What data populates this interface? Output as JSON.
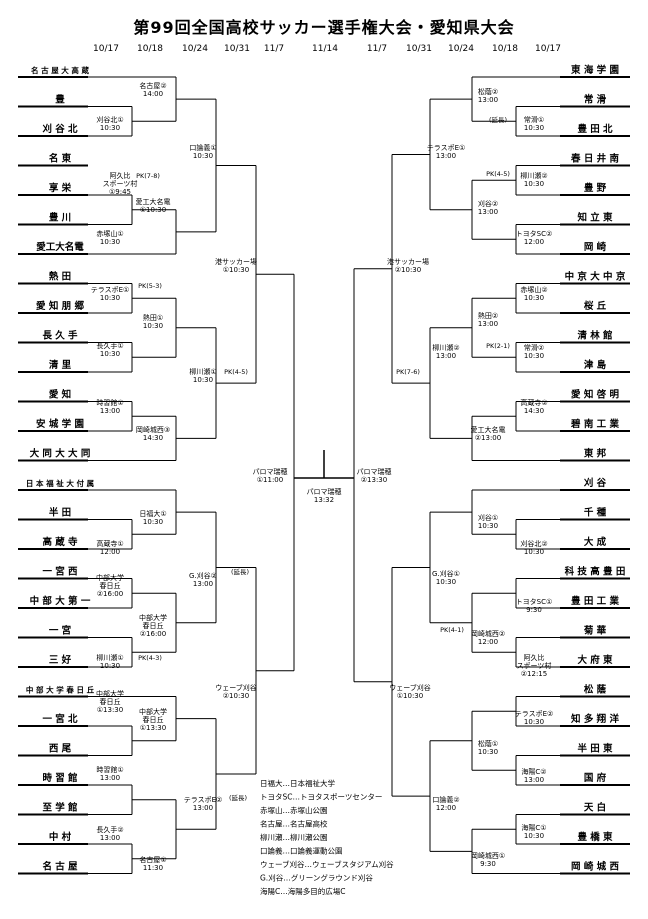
{
  "title": "第99回全国高校サッカー選手権大会・愛知県大会",
  "dates": [
    "10/17",
    "10/18",
    "10/24",
    "10/31",
    "11/7",
    "11/14",
    "11/7",
    "10/31",
    "10/24",
    "10/18",
    "10/17"
  ],
  "left_teams": [
    {
      "name": "名 古 屋 大 高 蔵",
      "small": true
    },
    {
      "name": "豊"
    },
    {
      "name": "刈 谷 北"
    },
    {
      "name": "名 東"
    },
    {
      "name": "享 栄"
    },
    {
      "name": "豊 川"
    },
    {
      "name": "愛工大名電"
    },
    {
      "name": "熱 田"
    },
    {
      "name": "愛 知 朋 郷"
    },
    {
      "name": "長 久 手"
    },
    {
      "name": "清 里"
    },
    {
      "name": "愛 知"
    },
    {
      "name": "安 城 学 園"
    },
    {
      "name": "大 同 大 大 同"
    },
    {
      "name": "日 本 福 祉 大 付 属",
      "small": true
    },
    {
      "name": "半 田"
    },
    {
      "name": "高 蔵 寺"
    },
    {
      "name": "一 宮 西"
    },
    {
      "name": "中 部 大 第 一"
    },
    {
      "name": "一 宮"
    },
    {
      "name": "三 好"
    },
    {
      "name": "中 部 大 学 春 日 丘",
      "small": true
    },
    {
      "name": "一 宮 北"
    },
    {
      "name": "西 尾"
    },
    {
      "name": "時 習 館"
    },
    {
      "name": "至 学 館"
    },
    {
      "name": "中 村"
    },
    {
      "name": "名 古 屋"
    }
  ],
  "right_teams": [
    {
      "name": "東 海 学 園"
    },
    {
      "name": "常 滑"
    },
    {
      "name": "豊 田 北"
    },
    {
      "name": "春 日 井 南"
    },
    {
      "name": "豊 野"
    },
    {
      "name": "知 立 東"
    },
    {
      "name": "岡 崎"
    },
    {
      "name": "中 京 大 中 京"
    },
    {
      "name": "桜 丘"
    },
    {
      "name": "清 林 館"
    },
    {
      "name": "津 島"
    },
    {
      "name": "愛 知 啓 明"
    },
    {
      "name": "碧 南 工 業"
    },
    {
      "name": "東 邦"
    },
    {
      "name": "刈 谷"
    },
    {
      "name": "千 種"
    },
    {
      "name": "大 成"
    },
    {
      "name": "科 技 高 豊 田"
    },
    {
      "name": "豊 田 工 業"
    },
    {
      "name": "菊 華"
    },
    {
      "name": "大 府 東"
    },
    {
      "name": "松 蔭"
    },
    {
      "name": "知 多 翔 洋"
    },
    {
      "name": "半 田 東"
    },
    {
      "name": "国 府"
    },
    {
      "name": "天 白"
    },
    {
      "name": "豊 橋 東"
    },
    {
      "name": "岡 崎 城 西"
    }
  ],
  "venue_labels": [
    {
      "id": "L1a",
      "text": "名古屋②\n14:00"
    },
    {
      "id": "L1b",
      "text": "刈谷北①\n10:30"
    },
    {
      "id": "L1c",
      "text": "阿久比\nスポーツ村\n①9:45"
    },
    {
      "id": "L1d",
      "text": "赤塚山①\n10:30"
    },
    {
      "id": "L1e",
      "text": "テラスポE①\n10:30"
    },
    {
      "id": "L1f",
      "text": "長久手①\n10:30"
    },
    {
      "id": "L1g",
      "text": "時習館①\n13:00"
    },
    {
      "id": "L1h",
      "text": "日福大①\n10:30"
    },
    {
      "id": "L1i",
      "text": "高蔵寺①\n12:00"
    },
    {
      "id": "L1j",
      "text": "中部大学\n春日丘\n②16:00"
    },
    {
      "id": "L1k",
      "text": "柳川瀬①\n10:30"
    },
    {
      "id": "L1l",
      "text": "中部大学\n春日丘\n①13:30"
    },
    {
      "id": "L1m",
      "text": "時習館①\n13:00"
    },
    {
      "id": "L1n",
      "text": "長久手②\n13:00"
    },
    {
      "id": "L1o",
      "text": "名古屋①\n11:30"
    },
    {
      "id": "L2a",
      "text": "愛工大名電\n①10:30"
    },
    {
      "id": "L2b",
      "text": "熱田①\n10:30"
    },
    {
      "id": "L2c",
      "text": "岡崎城西③\n14:30"
    },
    {
      "id": "L2d",
      "text": "中部大学\n春日丘\n②16:00"
    },
    {
      "id": "L2e",
      "text": "中部大学\n春日丘\n①13:30"
    },
    {
      "id": "L3a",
      "text": "口論義①\n10:30"
    },
    {
      "id": "L3b",
      "text": "柳川瀬①\n10:30"
    },
    {
      "id": "L3c",
      "text": "G.刈谷②\n13:00"
    },
    {
      "id": "L3d",
      "text": "テラスポE②\n13:00"
    },
    {
      "id": "L4a",
      "text": "港サッカー場\n①10:30"
    },
    {
      "id": "L4b",
      "text": "ウェーブ刈谷\n②10:30"
    },
    {
      "id": "L5a",
      "text": "パロマ瑞穂\n①11:00"
    },
    {
      "id": "F",
      "text": "パロマ瑞穂\n13:32"
    },
    {
      "id": "R5a",
      "text": "パロマ瑞穂\n②13:30"
    },
    {
      "id": "R4a",
      "text": "港サッカー場\n②10:30"
    },
    {
      "id": "R4b",
      "text": "ウェーブ刈谷\n①10:30"
    },
    {
      "id": "R3a",
      "text": "テラスポE①\n13:00"
    },
    {
      "id": "R3b",
      "text": "柳川瀬②\n13:00"
    },
    {
      "id": "R3c",
      "text": "G.刈谷①\n10:30"
    },
    {
      "id": "R3d",
      "text": "口論義②\n12:00"
    },
    {
      "id": "R2a",
      "text": "松蔭②\n13:00"
    },
    {
      "id": "R2b",
      "text": "刈谷②\n13:00"
    },
    {
      "id": "R2c",
      "text": "熱田②\n13:00"
    },
    {
      "id": "R2d",
      "text": "愛工大名電\n②13:00"
    },
    {
      "id": "R2e",
      "text": "刈谷①\n10:30"
    },
    {
      "id": "R2f",
      "text": "岡崎城西②\n12:00"
    },
    {
      "id": "R2g",
      "text": "松蔭①\n10:30"
    },
    {
      "id": "R2h",
      "text": "岡崎城西①\n9:30"
    },
    {
      "id": "R1a",
      "text": "常滑①\n10:30"
    },
    {
      "id": "R1b",
      "text": "柳川瀬②\n10:30"
    },
    {
      "id": "R1c",
      "text": "トヨタSC②\n12:00"
    },
    {
      "id": "R1d",
      "text": "赤塚山②\n10:30"
    },
    {
      "id": "R1e",
      "text": "常滑②\n10:30"
    },
    {
      "id": "R1f",
      "text": "高蔵寺②\n14:30"
    },
    {
      "id": "R1g",
      "text": "刈谷北②\n10:30"
    },
    {
      "id": "R1h",
      "text": "トヨタSC①\n9:30"
    },
    {
      "id": "R1i",
      "text": "阿久比\nスポーツ村\n②12:15"
    },
    {
      "id": "R1j",
      "text": "テラスポE②\n10:30"
    },
    {
      "id": "R1k",
      "text": "海陽C②\n13:00"
    },
    {
      "id": "R1l",
      "text": "海陽C①\n10:30"
    }
  ],
  "notes_pk_ext": [
    {
      "id": "n1",
      "text": "PK(7-8)"
    },
    {
      "id": "n2",
      "text": "PK(5-3)"
    },
    {
      "id": "n3",
      "text": "PK(4-5)"
    },
    {
      "id": "n4",
      "text": "PK(4-3)"
    },
    {
      "id": "n5",
      "text": "(延長)"
    },
    {
      "id": "n6",
      "text": "(延長)"
    },
    {
      "id": "n7",
      "text": "(延長)"
    },
    {
      "id": "n8",
      "text": "PK(4-5)"
    },
    {
      "id": "n9",
      "text": "PK(2-1)"
    },
    {
      "id": "n10",
      "text": "PK(7-6)"
    },
    {
      "id": "n11",
      "text": "PK(4-1)"
    }
  ],
  "legend": [
    "日福大…日本福祉大学",
    "トヨタSC…トヨタスポーツセンター",
    "赤塚山…赤塚山公園",
    "名古屋…名古屋高校",
    "柳川瀬…柳川瀬公園",
    "口論義…口論義運動公園",
    "ウェーブ刈谷…ウェーブスタジアム刈谷",
    "G.刈谷…グリーングラウンド刈谷",
    "海陽C…海陽多目的広場C"
  ]
}
